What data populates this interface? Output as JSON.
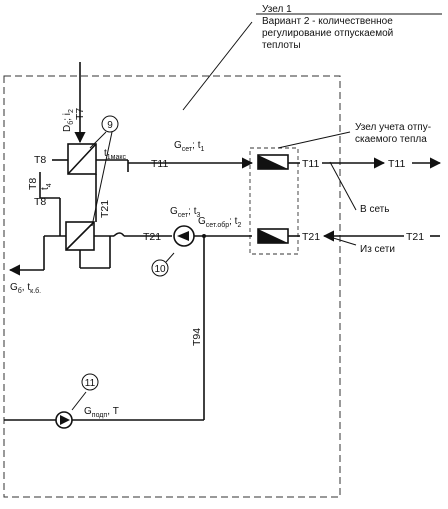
{
  "title": {
    "line1": "Узел 1",
    "line2": "Вариант 2 - количественное",
    "line3": "регулирование отпускаемой",
    "line4": "теплоты"
  },
  "metering": {
    "line1": "Узел учета отпу-",
    "line2": "скаемого тепла"
  },
  "to_network": "В сеть",
  "from_network": "Из сети",
  "pipes": {
    "t7": "T7",
    "t8_top": "T8",
    "t8_vertical": "T8",
    "t8_lower": "T8",
    "t11_a": "T11",
    "t11_b": "T11",
    "t11_c": "T11",
    "t21_vertical": "T21",
    "t21_left": "T21",
    "t21_right": "T21",
    "t21_far": "T21",
    "t94": "T94"
  },
  "params": {
    "steam_flow": "D",
    "steam_flow_sub": "б",
    "steam_enthalpy": "; i",
    "steam_enthalpy_sub": "2",
    "t_max": "t",
    "t_max_sub": "1макс",
    "t4": "t",
    "t4_sub": "4",
    "supply_flow": "G",
    "supply_flow_sub": "сет",
    "supply_temp": "; t",
    "supply_temp_sub": "1",
    "pump_flow": "G",
    "pump_flow_sub": "сет",
    "pump_temp": "; t",
    "pump_temp_sub": "3",
    "return_flow": "G",
    "return_flow_sub": "сет.обр",
    "return_temp": "; t",
    "return_temp_sub": "2",
    "condensate_flow": "G",
    "condensate_flow_sub": "б",
    "condensate_temp": ", t",
    "condensate_temp_sub": "к.б.",
    "makeup_flow": "G",
    "makeup_flow_sub": "подп",
    "makeup_temp": ", T"
  },
  "callouts": {
    "heat_exchangers": "9",
    "network_pump": "10",
    "makeup_pump": "11"
  }
}
